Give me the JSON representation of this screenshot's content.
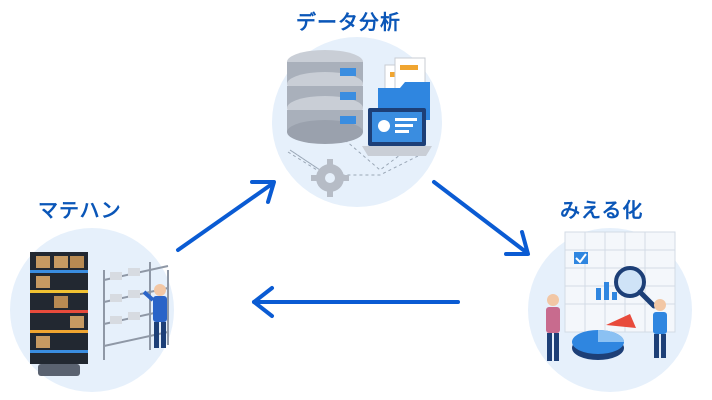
{
  "nodes": {
    "data_analysis": {
      "label": "データ分析"
    },
    "material_handling": {
      "label": "マテハン"
    },
    "visualization": {
      "label": "みえる化"
    }
  },
  "colors": {
    "label": "#0a56b8",
    "arrow": "#0a5bd3",
    "circle_fill": "#e6f0fb"
  },
  "icons": {
    "data_analysis": "database-server-laptop-icon",
    "material_handling": "warehouse-robot-shelf-icon",
    "visualization": "people-magnifier-chart-icon"
  }
}
